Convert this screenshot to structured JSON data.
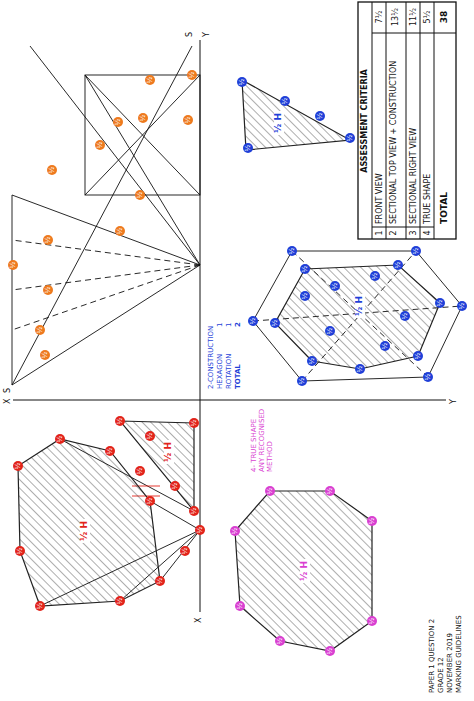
{
  "diagram": {
    "nodes": [
      {
        "text": [
          "½ H"
        ]
      },
      {
        "text": [
          "½ H"
        ]
      },
      {
        "text": [
          "½ H"
        ]
      },
      {
        "text": [
          "½ H"
        ]
      },
      {
        "text": [
          "½ H"
        ]
      },
      {
        "text": [
          "½"
        ]
      },
      {
        "text": [
          "½"
        ]
      },
      {
        "text": [
          "½"
        ]
      },
      {
        "text": [
          "½"
        ]
      },
      {
        "text": [
          "½"
        ]
      },
      {
        "text": [
          "½"
        ]
      },
      {
        "text": [
          "½"
        ]
      },
      {
        "text": [
          "½"
        ]
      },
      {
        "text": [
          "½"
        ]
      },
      {
        "text": [
          "½"
        ]
      },
      {
        "text": [
          "½"
        ]
      },
      {
        "text": [
          "½"
        ]
      },
      {
        "text": [
          "½"
        ]
      },
      {
        "text": [
          "½"
        ]
      },
      {
        "text": [
          "½"
        ]
      },
      {
        "text": [
          "½"
        ]
      },
      {
        "text": [
          "½"
        ]
      },
      {
        "text": [
          "½"
        ]
      },
      {
        "text": [
          "½"
        ]
      },
      {
        "text": [
          "½"
        ]
      },
      {
        "text": [
          "½"
        ]
      },
      {
        "text": [
          "½"
        ]
      },
      {
        "text": [
          "½"
        ]
      },
      {
        "text": [
          "½"
        ]
      },
      {
        "text": [
          "½"
        ]
      },
      {
        "text": [
          "½"
        ]
      },
      {
        "text": [
          "½"
        ]
      },
      {
        "text": [
          "½"
        ]
      },
      {
        "text": [
          "½"
        ]
      },
      {
        "text": [
          "½"
        ]
      },
      {
        "text": [
          "½"
        ]
      },
      {
        "text": [
          "½"
        ]
      },
      {
        "text": [
          "½"
        ]
      },
      {
        "text": [
          "½"
        ]
      },
      {
        "text": [
          "½"
        ]
      },
      {
        "text": [
          "½"
        ]
      },
      {
        "text": [
          "½"
        ]
      },
      {
        "text": [
          "½"
        ]
      },
      {
        "text": [
          "½"
        ]
      },
      {
        "text": [
          "½"
        ]
      },
      {
        "text": [
          "½"
        ]
      },
      {
        "text": [
          "½"
        ]
      },
      {
        "text": [
          "½"
        ]
      },
      {
        "text": [
          "½"
        ]
      },
      {
        "text": [
          "½"
        ]
      },
      {
        "text": [
          "½"
        ]
      },
      {
        "text": [
          "½"
        ]
      },
      {
        "text": [
          "½"
        ]
      },
      {
        "text": [
          "½"
        ]
      },
      {
        "text": [
          "½"
        ]
      },
      {
        "text": [
          "½"
        ]
      },
      {
        "text": [
          "½"
        ]
      },
      {
        "text": [
          "½"
        ]
      },
      {
        "text": [
          "½"
        ]
      },
      {
        "text": [
          "½"
        ]
      },
      {
        "text": [
          "½"
        ]
      },
      {
        "text": [
          "½"
        ]
      },
      {
        "text": [
          "½"
        ]
      },
      {
        "text": [
          "½"
        ]
      },
      {
        "text": [
          "½"
        ]
      },
      {
        "text": [
          "½"
        ]
      },
      {
        "text": [
          "½"
        ]
      }
    ],
    "labels": [
      "ASSESSMENT CRITERIA",
      "1",
      "FRONT VIEW",
      "7½",
      "2",
      "SECTIONAL TOP VIEW + CONSTRUCTION",
      "13½",
      "3",
      "SECTIONAL RIGHT VIEW",
      "11½",
      "4",
      "TRUE SHAPE",
      "5½",
      "TOTAL",
      "38",
      "PAPER 1 QUESTION 2",
      "GRADE 12",
      "NOVEMBER 2019",
      "MARKING GUIDELINES",
      "2-CONSTRUCTION",
      "HEXAGON",
      "1",
      "ROTATION",
      "1",
      "TOTAL",
      "2",
      "4- TRUE SHAPE ANY RECOGNISED METHOD",
      "X",
      "S",
      "Y",
      "X",
      "S",
      "Y"
    ]
  }
}
